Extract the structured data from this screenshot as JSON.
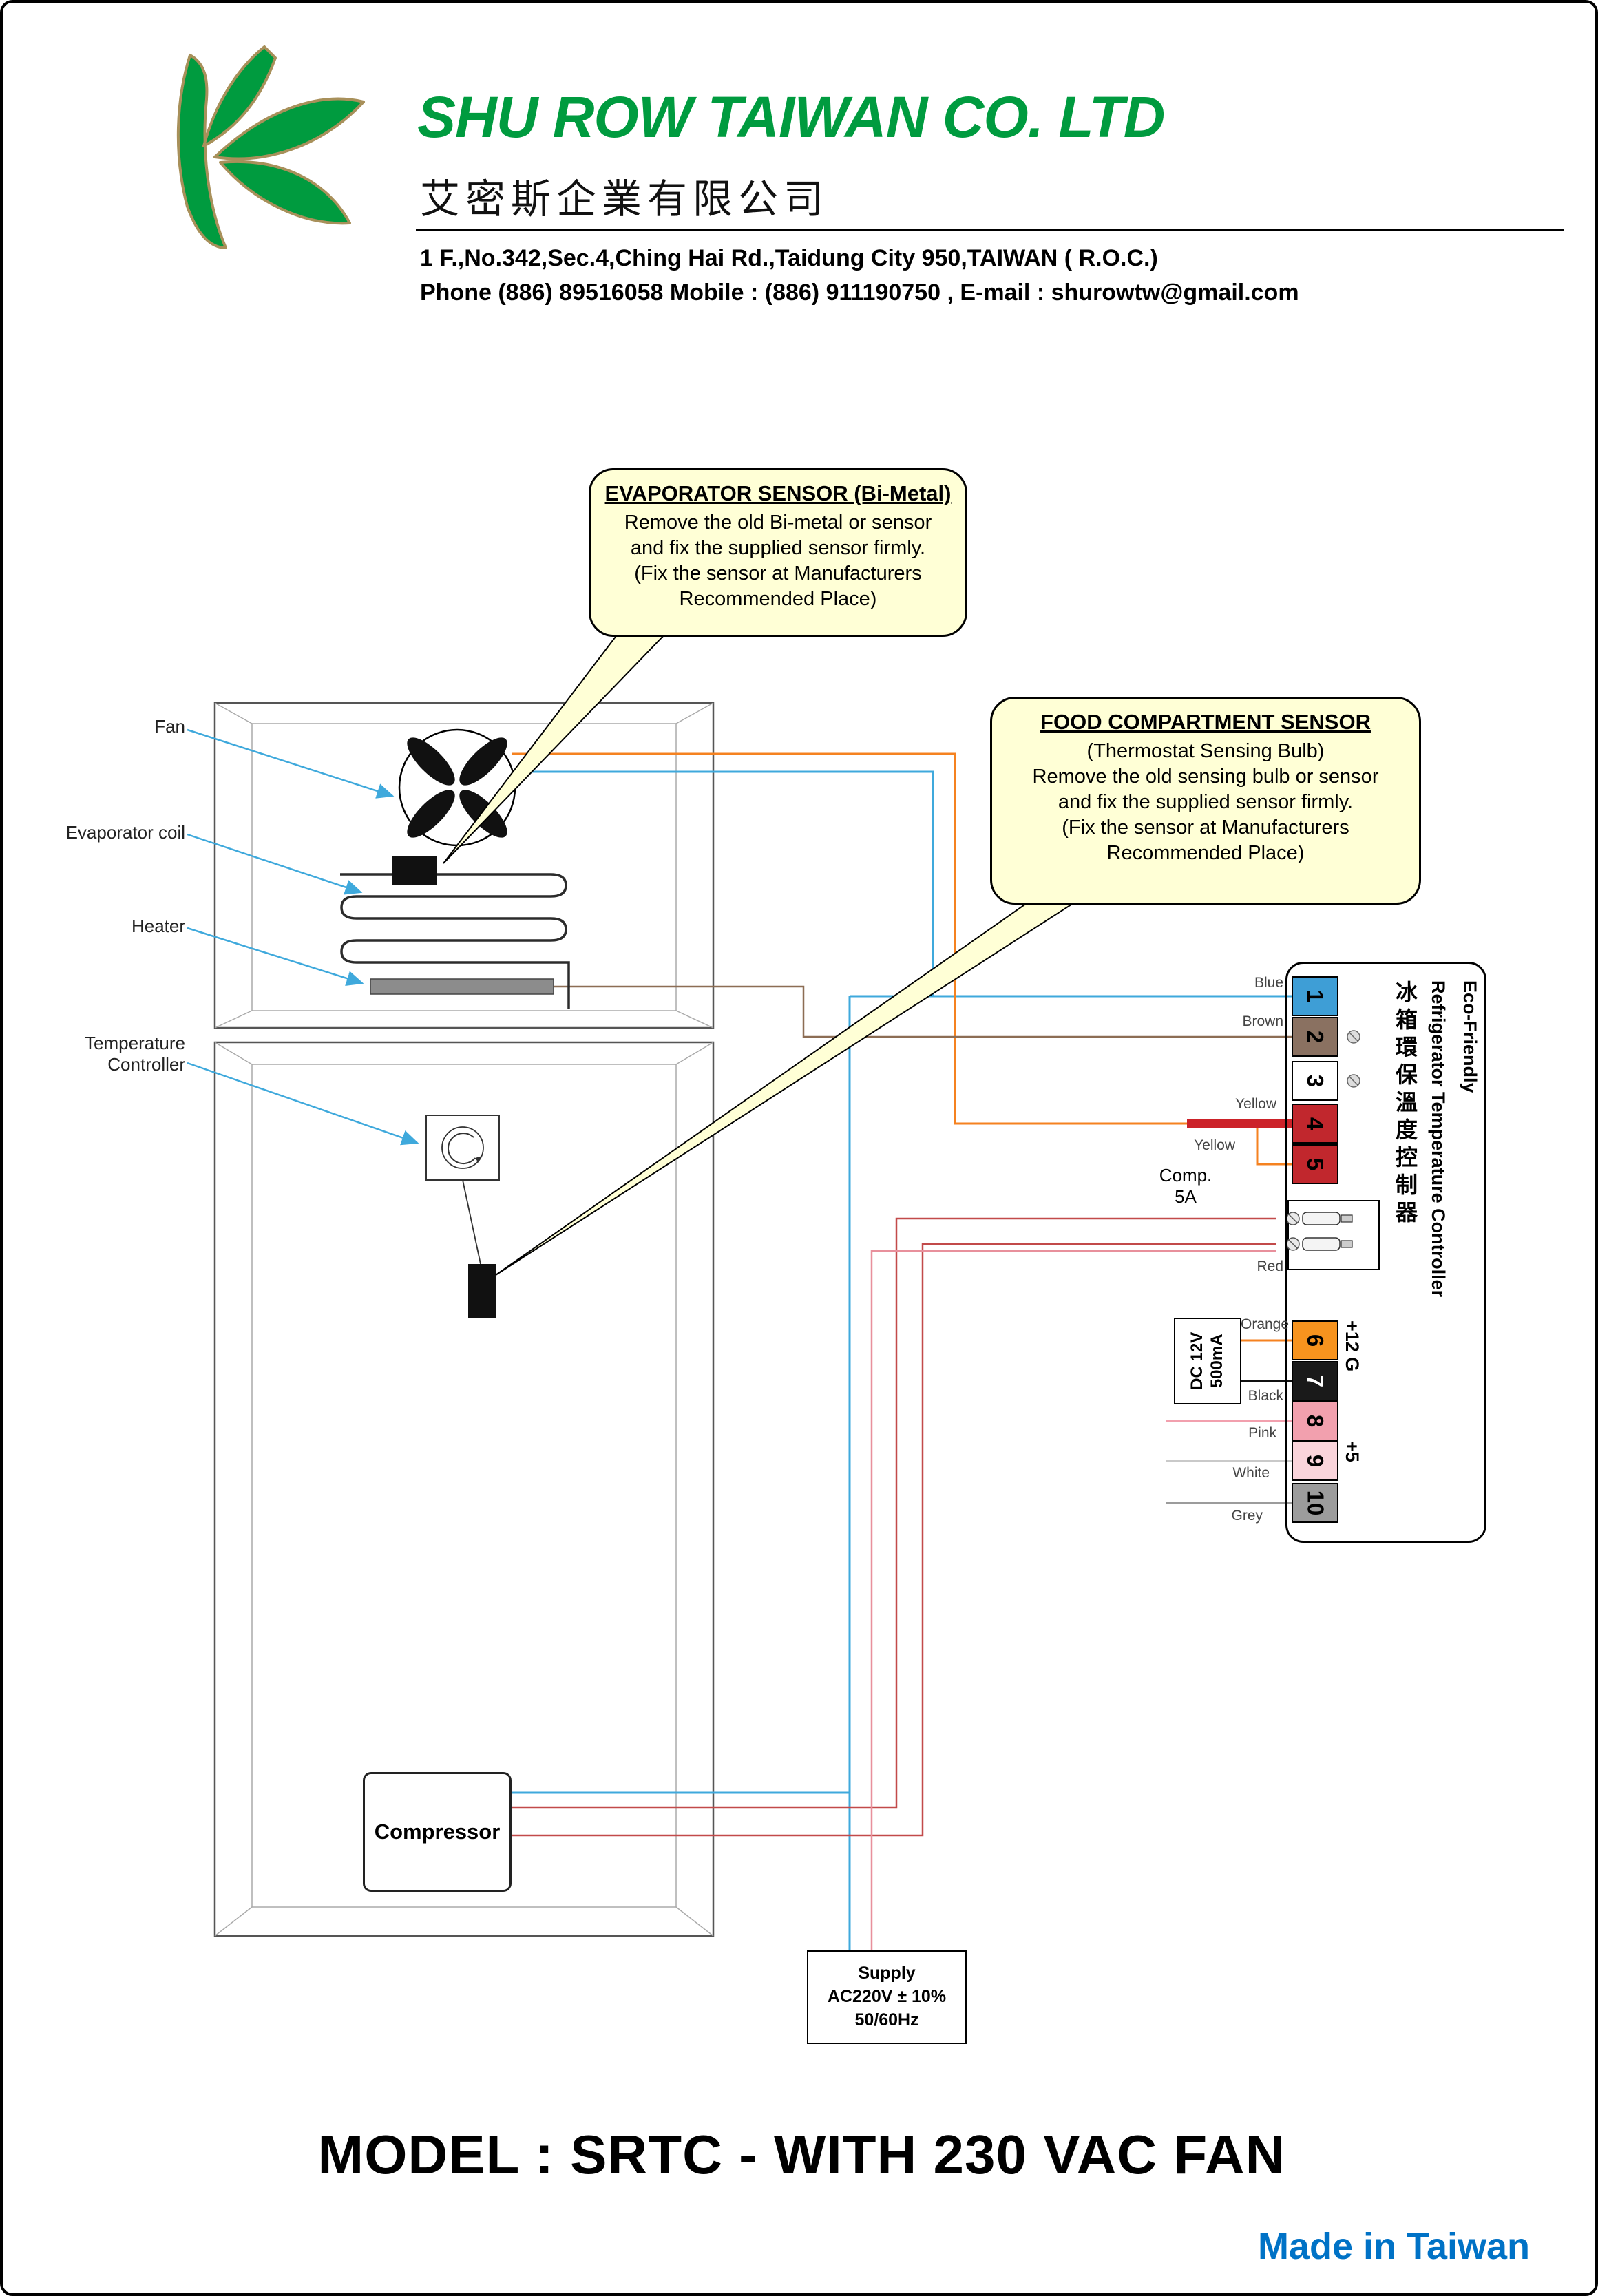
{
  "header": {
    "company_en": "SHU ROW TAIWAN CO. LTD",
    "company_zh": "艾密斯企業有限公司",
    "address": "1 F.,No.342,Sec.4,Ching Hai Rd.,Taidung City 950,TAIWAN  ( R.O.C.)",
    "contact": "Phone (886) 89516058 Mobile : (886) 911190750  , E-mail : shurowtw@gmail.com"
  },
  "callouts": {
    "evaporator": {
      "title": "EVAPORATOR SENSOR (Bi-Metal)",
      "line1": "Remove the old Bi-metal or sensor",
      "line2": "and fix the supplied sensor firmly.",
      "line3": "(Fix the sensor at Manufacturers",
      "line4": "Recommended Place)"
    },
    "food": {
      "title": "FOOD COMPARTMENT SENSOR",
      "line1": "(Thermostat Sensing Bulb)",
      "line2": "Remove the old sensing bulb or sensor",
      "line3": "and fix the supplied sensor firmly.",
      "line4": "(Fix the sensor at Manufacturers",
      "line5": "Recommended Place)"
    }
  },
  "labels": {
    "fan": "Fan",
    "evaporator_coil": "Evaporator coil",
    "heater": "Heater",
    "temperature_controller": "Temperature\nController",
    "compressor": "Compressor",
    "comp_fuse": "Comp.\n5A",
    "supply": "Supply\nAC220V ± 10%\n50/60Hz",
    "dc_adapter": "DC 12V\n500mA",
    "v12": "+12 G",
    "v5": "+5"
  },
  "controller": {
    "title_en": "Eco-Friendly\nRefrigerator Temperature Controller",
    "title_zh": "冰箱環保溫度控制器",
    "terminals": [
      {
        "num": "1",
        "color": "#3E9ED6"
      },
      {
        "num": "2",
        "color": "#8A7161"
      },
      {
        "num": "3",
        "color": "#FFFFFF"
      },
      {
        "num": "4",
        "color": "#C1272D"
      },
      {
        "num": "5",
        "color": "#C1272D"
      },
      {
        "num": "6",
        "color": "#F7931E"
      },
      {
        "num": "7",
        "color": "#1A1A1A"
      },
      {
        "num": "8",
        "color": "#F2A0AE"
      },
      {
        "num": "9",
        "color": "#FAD4DB"
      },
      {
        "num": "10",
        "color": "#9C9C9C"
      }
    ],
    "wire_labels": {
      "blue": "Blue",
      "brown": "Brown",
      "yellow1": "Yellow",
      "yellow2": "Yellow",
      "red": "Red",
      "orange": "Orange",
      "black": "Black",
      "pink": "Pink",
      "white": "White",
      "grey": "Grey"
    }
  },
  "footer": {
    "model": "MODEL : SRTC - WITH 230 VAC FAN",
    "made_in": "Made in Taiwan"
  },
  "colors": {
    "brand_green": "#009B3F",
    "made_in_blue": "#0072C6",
    "callout_bg": "#FFFFD6"
  }
}
